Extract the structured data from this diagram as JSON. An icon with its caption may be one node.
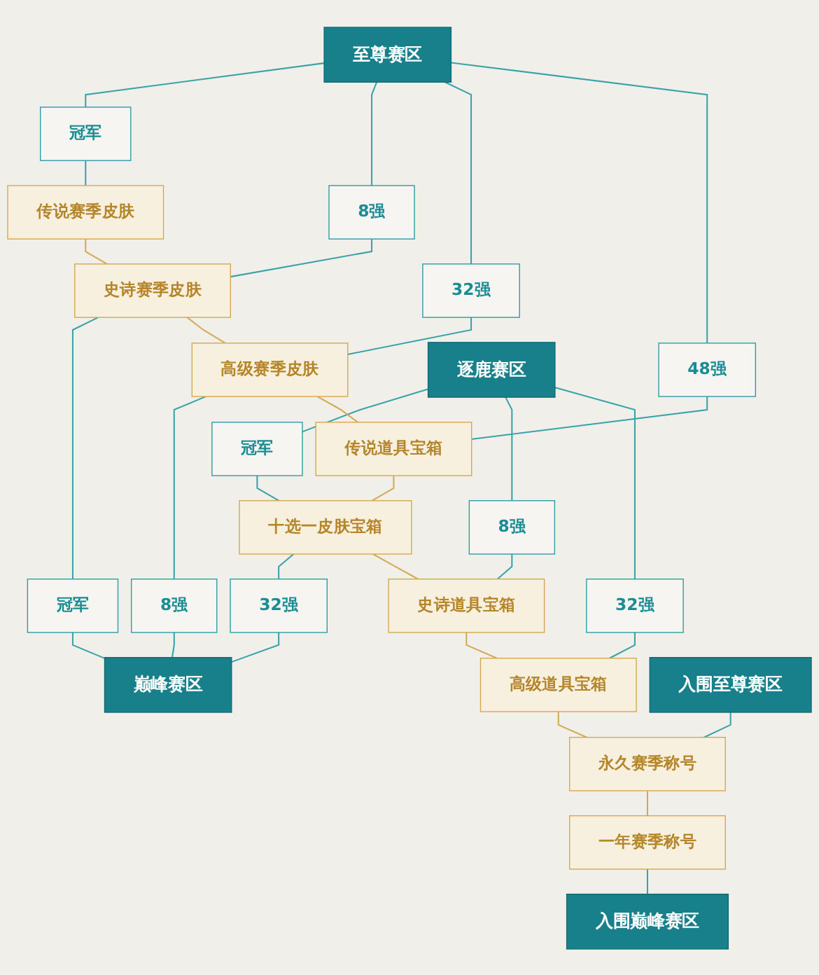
{
  "diagram": {
    "nodes": [
      {
        "text": [
          "冠军"
        ]
      },
      {
        "text": [
          "传说赛季皮肤"
        ]
      },
      {
        "text": [
          "至尊赛区"
        ]
      },
      {
        "text": [
          "8强"
        ]
      },
      {
        "text": [
          "史诗赛季皮肤"
        ]
      },
      {
        "text": [
          "冠军"
        ]
      },
      {
        "text": [
          "32强"
        ]
      },
      {
        "text": [
          "高级赛季皮肤"
        ]
      },
      {
        "text": [
          "8强"
        ]
      },
      {
        "text": [
          "巅峰赛区"
        ]
      },
      {
        "text": [
          "48强"
        ]
      },
      {
        "text": [
          "传说道具宝箱"
        ]
      },
      {
        "text": [
          "逐鹿赛区"
        ]
      },
      {
        "text": [
          "冠军"
        ]
      },
      {
        "text": [
          "十选一皮肤宝箱"
        ]
      },
      {
        "text": [
          "32强"
        ]
      },
      {
        "text": [
          "8强"
        ]
      },
      {
        "text": [
          "史诗道具宝箱"
        ]
      },
      {
        "text": [
          "32强"
        ]
      },
      {
        "text": [
          "高级道具宝箱"
        ]
      },
      {
        "text": [
          "入围至尊赛区"
        ]
      },
      {
        "text": [
          "永久赛季称号"
        ]
      },
      {
        "text": [
          "一年赛季称号"
        ]
      },
      {
        "text": [
          "入围巅峰赛区"
        ]
      }
    ],
    "edges": [
      {
        "from": 2,
        "to": 0,
        "arrow": "none"
      },
      {
        "from": 2,
        "to": 3,
        "arrow": "none"
      },
      {
        "from": 2,
        "to": 6,
        "arrow": "none"
      },
      {
        "from": 2,
        "to": 10,
        "arrow": "none"
      },
      {
        "from": 0,
        "to": 1,
        "arrow": "none"
      },
      {
        "from": 3,
        "to": 4,
        "arrow": "none"
      },
      {
        "from": 6,
        "to": 7,
        "arrow": "none"
      },
      {
        "from": 10,
        "to": 11,
        "arrow": "none"
      },
      {
        "from": 4,
        "to": 5,
        "arrow": "none"
      },
      {
        "from": 7,
        "to": 8,
        "arrow": "none"
      },
      {
        "from": 14,
        "to": 15,
        "arrow": "none"
      },
      {
        "from": 5,
        "to": 9,
        "arrow": "none"
      },
      {
        "from": 8,
        "to": 9,
        "arrow": "none"
      },
      {
        "from": 15,
        "to": 9,
        "arrow": "none"
      },
      {
        "from": 12,
        "to": 13,
        "arrow": "none"
      },
      {
        "from": 12,
        "to": 16,
        "arrow": "none"
      },
      {
        "from": 12,
        "to": 18,
        "arrow": "none"
      },
      {
        "from": 13,
        "to": 14,
        "arrow": "none"
      },
      {
        "from": 16,
        "to": 17,
        "arrow": "none"
      },
      {
        "from": 18,
        "to": 19,
        "arrow": "none"
      },
      {
        "from": 20,
        "to": 21,
        "arrow": "none"
      },
      {
        "from": 22,
        "to": 23,
        "arrow": "none"
      },
      {
        "from": 1,
        "to": 4,
        "arrow": "none",
        "color": "#d4aa55"
      },
      {
        "from": 4,
        "to": 7,
        "arrow": "none",
        "color": "#d4aa55"
      },
      {
        "from": 7,
        "to": 11,
        "arrow": "none",
        "color": "#d4aa55"
      },
      {
        "from": 11,
        "to": 14,
        "arrow": "none",
        "color": "#d4aa55"
      },
      {
        "from": 14,
        "to": 17,
        "arrow": "none",
        "color": "#d4aa55"
      },
      {
        "from": 17,
        "to": 19,
        "arrow": "none",
        "color": "#d4aa55"
      },
      {
        "from": 19,
        "to": 21,
        "arrow": "none",
        "color": "#d4aa55"
      },
      {
        "from": 21,
        "to": 22,
        "arrow": "none",
        "color": "#d4aa55"
      }
    ]
  }
}
